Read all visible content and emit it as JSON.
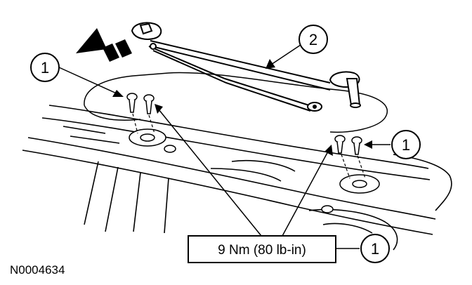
{
  "figure_id": "N0004634",
  "callouts": [
    {
      "id": "callout-1-left",
      "text": "1"
    },
    {
      "id": "callout-2",
      "text": "2"
    },
    {
      "id": "callout-1-right",
      "text": "1"
    },
    {
      "id": "callout-1-bottom",
      "text": "1"
    }
  ],
  "torque_spec": "9 Nm (80 lb-in)"
}
